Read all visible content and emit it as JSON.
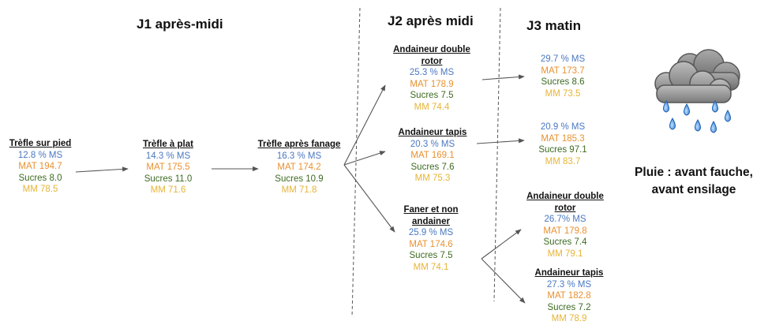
{
  "headers": {
    "j1": "J1 après-midi",
    "j2": "J2 après midi",
    "j3": "J3 matin"
  },
  "nodes": {
    "pied": {
      "title": "Trèfle sur pied",
      "ms": "12.8 % MS",
      "mat": "MAT 194.7",
      "sucres": "Sucres 8.0",
      "mm": "MM 78.5"
    },
    "plat": {
      "title": "Trèfle à plat",
      "ms": "14.3 % MS",
      "mat": "MAT 175.5",
      "sucres": "Sucres 11.0",
      "mm": "MM 71.6"
    },
    "fanage": {
      "title": "Trèfle après fanage",
      "ms": "16.3 % MS",
      "mat": "MAT 174.2",
      "sucres": "Sucres 10.9",
      "mm": "MM 71.8"
    },
    "j2_double": {
      "title_1": "Andaineur double",
      "title_2": "rotor",
      "ms": "25.3 % MS",
      "mat": "MAT 178.9",
      "sucres": "Sucres 7.5",
      "mm": "MM 74.4"
    },
    "j2_tapis": {
      "title": "Andaineur tapis",
      "ms": "20.3 % MS",
      "mat": "MAT 169.1",
      "sucres": "Sucres 7.6",
      "mm": "MM 75.3"
    },
    "j2_faner": {
      "title_1": "Faner et non",
      "title_2": "andainer",
      "ms": "25.9 % MS",
      "mat": "MAT 174.6",
      "sucres": "Sucres 7.5",
      "mm": "MM 74.1"
    },
    "j3_a": {
      "ms": "29.7 % MS",
      "mat": "MAT 173.7",
      "sucres": "Sucres 8.6",
      "mm": "MM 73.5"
    },
    "j3_b": {
      "ms": "20.9 % MS",
      "mat": "MAT 185.3",
      "sucres": "Sucres 97.1",
      "mm": "MM 83.7"
    },
    "j3_double": {
      "title_1": "Andaineur double",
      "title_2": "rotor",
      "ms": "26.7% MS",
      "mat": "MAT 179.8",
      "sucres": "Sucres 7.4",
      "mm": "MM 79.1"
    },
    "j3_tapis": {
      "title": "Andaineur tapis",
      "ms": "27.3 % MS",
      "mat": "MAT 182.8",
      "sucres": "Sucres 7.2",
      "mm": "MM 78.9"
    }
  },
  "weather": {
    "icon": "rain-cloud-icon",
    "note_line1": "Pluie : avant fauche,",
    "note_line2": "avant ensilage"
  },
  "colors": {
    "ms": "#4a78c2",
    "mat": "#e8912f",
    "sucres": "#3d6b21",
    "mm": "#e6b437",
    "arrows": "#555555"
  }
}
